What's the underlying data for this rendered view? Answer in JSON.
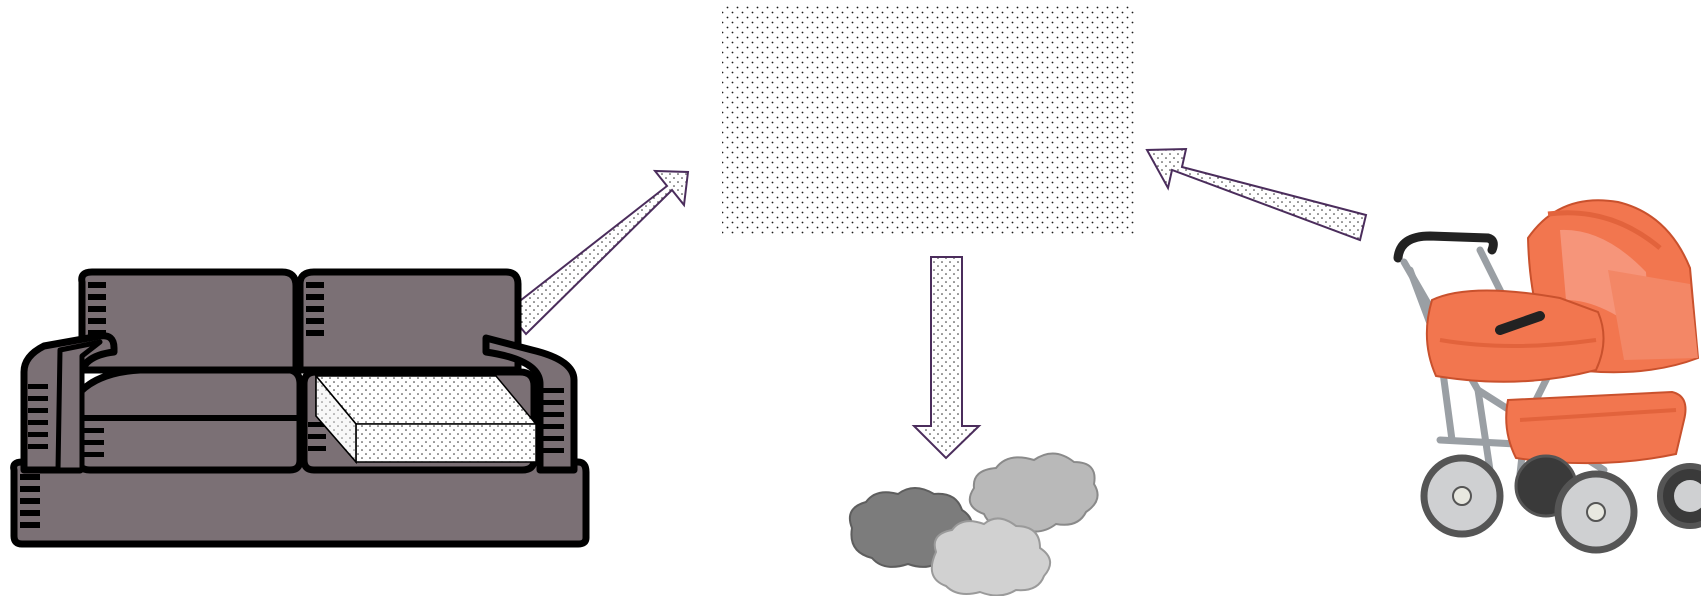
{
  "diagram": {
    "center": {
      "label": "",
      "fill": "dotted",
      "dot_color": "#1a1a1a"
    },
    "sources": [
      {
        "name": "sofa",
        "icon": "sofa-icon",
        "colors": {
          "body": "#7b7075",
          "outline": "#000000",
          "cushion_insert": "#ffffff"
        }
      },
      {
        "name": "baby-stroller",
        "icon": "stroller-icon",
        "colors": {
          "hood": "#f2764f",
          "hood_shade": "#e2633c",
          "frame": "#9a9fa4",
          "handle": "#222222",
          "wheel": "#cfd0d2"
        }
      }
    ],
    "output": {
      "name": "smoke-clouds",
      "icon": "cloud-icon",
      "colors": [
        "#7c7c7c",
        "#b9b9b9",
        "#d1d1d1"
      ]
    },
    "arrows": [
      {
        "name": "sofa-to-center",
        "direction": "up-right"
      },
      {
        "name": "stroller-to-center",
        "direction": "up-left"
      },
      {
        "name": "center-to-clouds",
        "direction": "down"
      }
    ],
    "arrow_style": {
      "fill": "dotted",
      "outline": "#4b2d5c"
    }
  }
}
